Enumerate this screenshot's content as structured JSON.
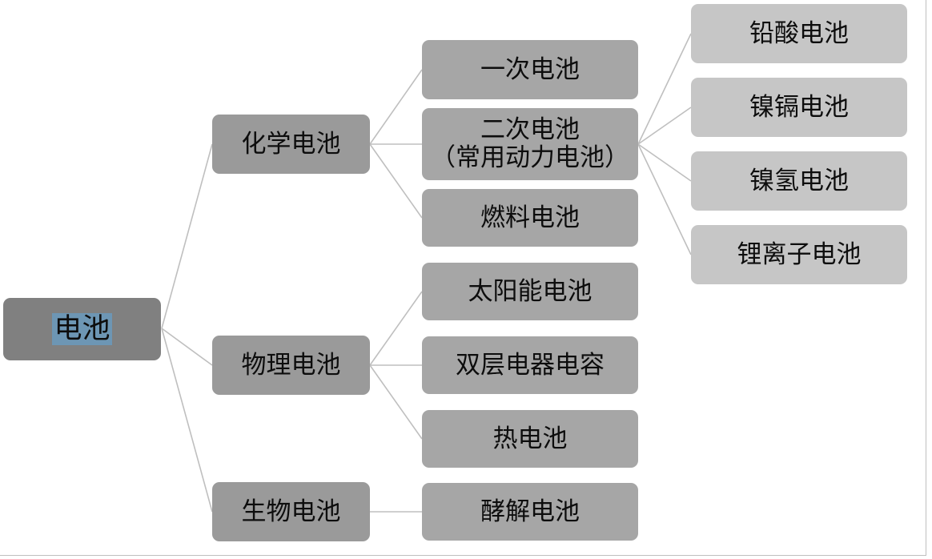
{
  "diagram": {
    "title_node": "电池",
    "root": {
      "label": "电池",
      "selected": true,
      "level": "root",
      "color": "#808080"
    },
    "levels": {
      "root_color": "#808080",
      "level2_color": "#9a9a9a",
      "level3_color": "#a6a6a6",
      "level4_color": "#c6c6c6",
      "connector_color": "#bfbfbf",
      "text_color": "#0d0d0d",
      "selection_color": "#6d96b4",
      "background": "#ffffff"
    },
    "nodes": {
      "chemical": "化学电池",
      "physical": "物理电池",
      "biological": "生物电池",
      "primary": "一次电池",
      "secondary_line1": "二次电池",
      "secondary_line2": "（常用动力电池）",
      "fuel": "燃料电池",
      "solar": "太阳能电池",
      "double_layer_capacitor": "双层电器电容",
      "thermal": "热电池",
      "fermentation": "酵解电池",
      "lead_acid": "铅酸电池",
      "nickel_cadmium": "镍镉电池",
      "nickel_metal_hydride": "镍氢电池",
      "lithium_ion": "锂离子电池"
    }
  }
}
